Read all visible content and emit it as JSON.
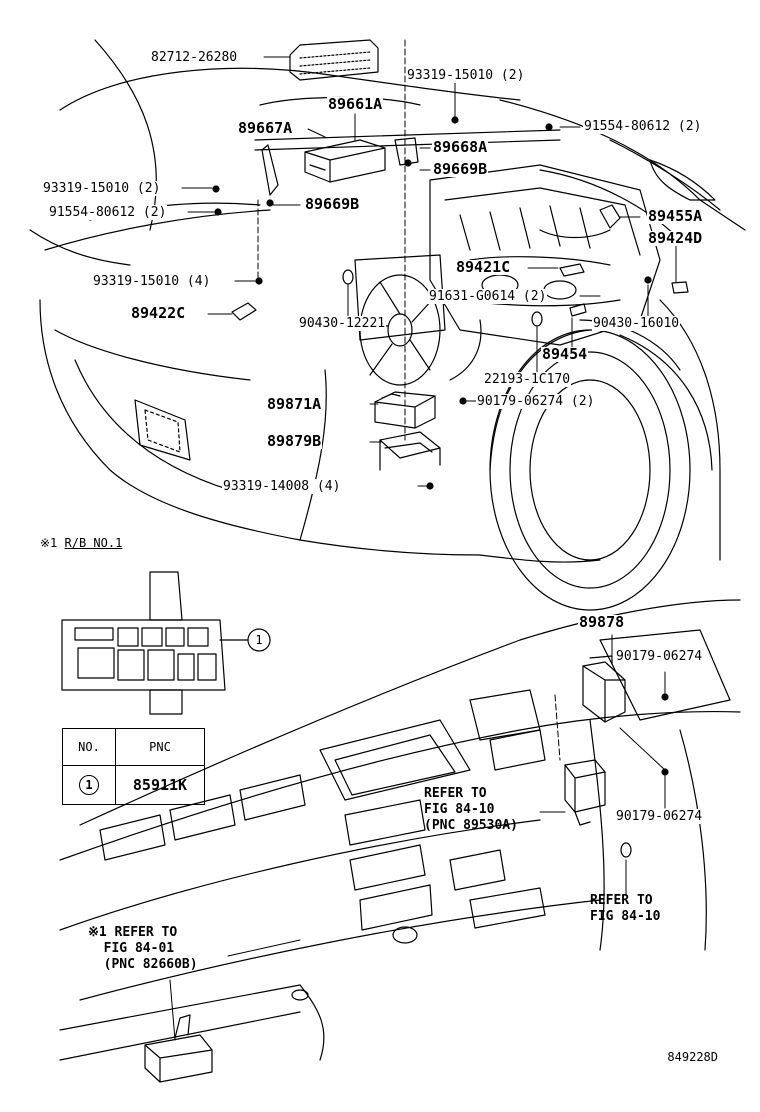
{
  "diagram": {
    "figure_number": "849228D",
    "parts": [
      {
        "part": "82712-26280"
      },
      {
        "part": "93319-15010 (2)"
      },
      {
        "part": "89661A"
      },
      {
        "part": "91554-80612 (2)"
      },
      {
        "part": "89667A"
      },
      {
        "part": "89668A"
      },
      {
        "part": "89669B"
      },
      {
        "part": "93319-15010 (2)"
      },
      {
        "part": "91554-80612 (2)"
      },
      {
        "part": "89669B"
      },
      {
        "part": "89455A"
      },
      {
        "part": "89424D"
      },
      {
        "part": "89421C"
      },
      {
        "part": "93319-15010 (4)"
      },
      {
        "part": "91631-G0614 (2)"
      },
      {
        "part": "89422C"
      },
      {
        "part": "90430-12221"
      },
      {
        "part": "90430-16010"
      },
      {
        "part": "89454"
      },
      {
        "part": "22193-1C170"
      },
      {
        "part": "89871A"
      },
      {
        "part": "90179-06274 (2)"
      },
      {
        "part": "89879B"
      },
      {
        "part": "93319-14008 (4)"
      },
      {
        "part": "89878"
      },
      {
        "part": "90179-06274"
      },
      {
        "part": "90179-06274"
      }
    ],
    "relay_block": {
      "title_prefix": "※1",
      "title": "R/B NO.1",
      "callout": "1",
      "table": {
        "headers": [
          "NO.",
          "PNC"
        ],
        "rows": [
          {
            "no": "1",
            "pnc": "85911K"
          }
        ]
      }
    },
    "notes": [
      {
        "text": "REFER TO\nFIG 84-10\n(PNC 89530A)"
      },
      {
        "text": "REFER TO\nFIG 84-10"
      },
      {
        "text": "※1 REFER TO\n  FIG 84-01\n  (PNC 82660B)"
      }
    ]
  }
}
